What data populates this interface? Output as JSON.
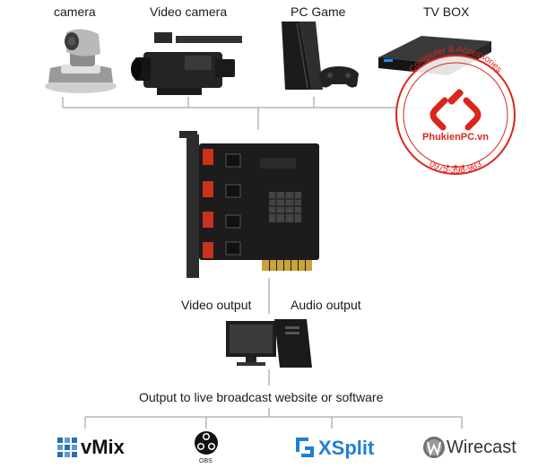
{
  "devices": [
    {
      "label": "camera",
      "icon": "ptz-camera-icon"
    },
    {
      "label": "Video camera",
      "icon": "video-camera-icon"
    },
    {
      "label": "PC Game",
      "icon": "game-console-icon"
    },
    {
      "label": "TV BOX",
      "icon": "tv-box-icon"
    }
  ],
  "outputs": {
    "video": "Video output",
    "audio": "Audio output"
  },
  "broadcast_caption": "Output to live broadcast website or software",
  "software": [
    {
      "label": "vMix",
      "icon": "vmix-logo-icon"
    },
    {
      "label": "OBS",
      "icon": "obs-logo-icon"
    },
    {
      "label": "XSplit",
      "icon": "xsplit-logo-icon"
    },
    {
      "label": "Wirecast",
      "icon": "wirecast-logo-icon"
    }
  ],
  "watermark": {
    "brand": "PhukienPC.vn",
    "arc_text": "Computer & Accessories",
    "phone": "0975-398-983",
    "stars": "★ ★ ★",
    "color": "#d9261c"
  },
  "colors": {
    "line": "#b5b5b5",
    "board": "#1c1c1c",
    "accent_red": "#d9261c",
    "vmix_blue": "#2b6cb0",
    "xsplit_blue": "#1f7fd6"
  }
}
